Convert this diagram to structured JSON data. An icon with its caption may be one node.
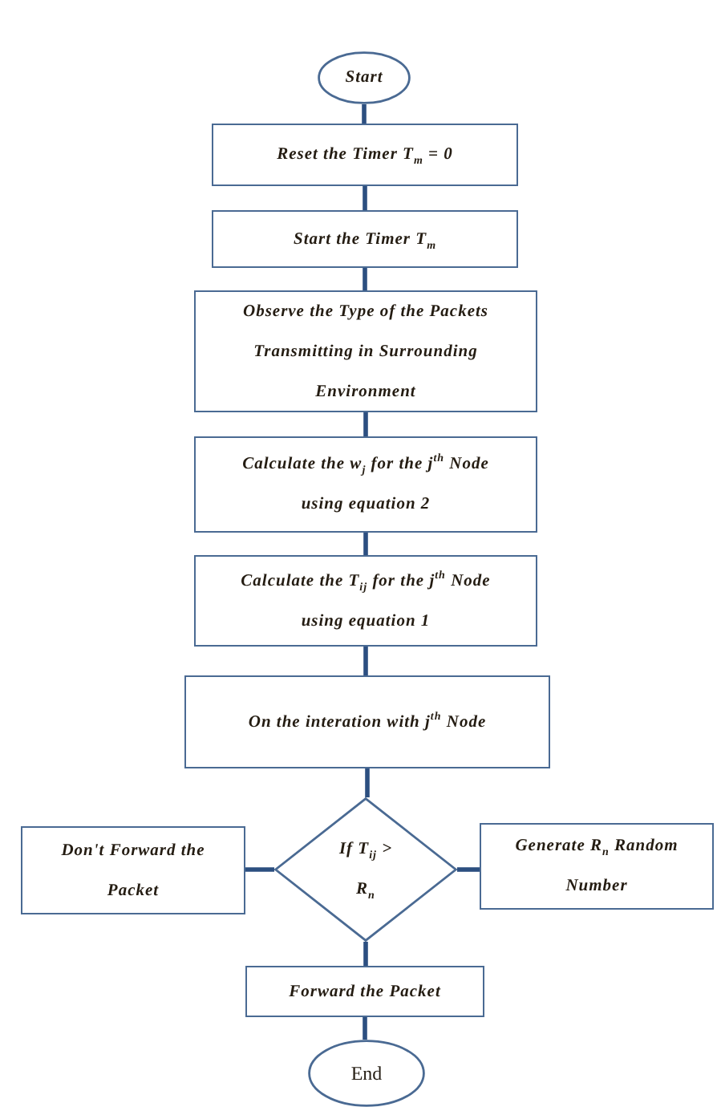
{
  "diagram": {
    "nodes": [
      {
        "text": [
          "Start"
        ]
      },
      {
        "text": [
          "Reset the Timer T$_{m}$ = 0"
        ]
      },
      {
        "text": [
          "Start the Timer T$_{m}$"
        ]
      },
      {
        "text": [
          "Observe the Type of the Packets Transmitting in Surrounding Environment"
        ]
      },
      {
        "text": [
          "Calculate the w$_{j}$ for the j$^{th}$ Node using equation 2"
        ]
      },
      {
        "text": [
          "Calculate the T$_{ij}$ for the j$^{th}$ Node using equation 1"
        ]
      },
      {
        "text": [
          "On the interation with j$^{th}$ Node"
        ]
      },
      {
        "text": [
          "Don't Forward the Packet"
        ]
      },
      {
        "text": [
          "If T$_{ij}$ > R$_{n}$"
        ]
      },
      {
        "text": [
          "Generate R$_{n}$ Random Number"
        ]
      },
      {
        "text": [
          "Forward the Packet"
        ]
      },
      {
        "text": [
          "End"
        ]
      }
    ],
    "edges": [
      {
        "from": 0,
        "to": 1,
        "arrow": "none"
      },
      {
        "from": 1,
        "to": 2,
        "arrow": "none"
      },
      {
        "from": 2,
        "to": 3,
        "arrow": "none"
      },
      {
        "from": 3,
        "to": 4,
        "arrow": "none"
      },
      {
        "from": 4,
        "to": 5,
        "arrow": "none"
      },
      {
        "from": 5,
        "to": 6,
        "arrow": "none"
      },
      {
        "from": 6,
        "to": 8,
        "arrow": "none"
      },
      {
        "from": 8,
        "to": 7,
        "arrow": "none"
      },
      {
        "from": 8,
        "to": 9,
        "arrow": "none"
      },
      {
        "from": 8,
        "to": 10,
        "arrow": "none"
      },
      {
        "from": 10,
        "to": 11,
        "arrow": "none"
      }
    ]
  }
}
